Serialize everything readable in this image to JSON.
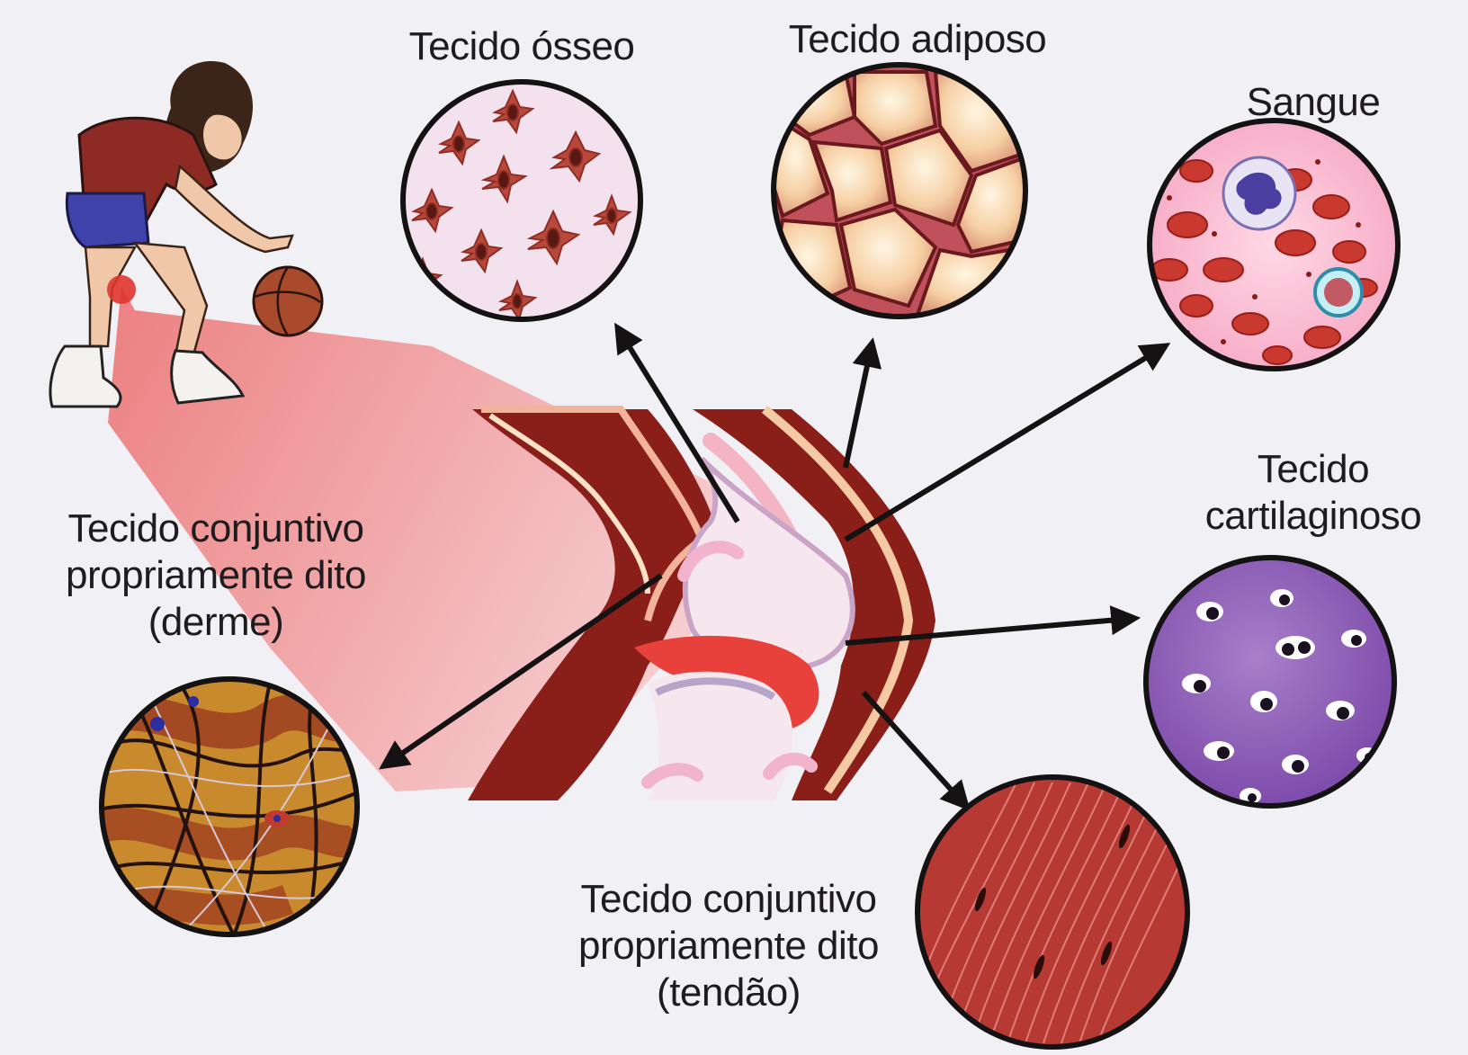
{
  "labels": {
    "osseo": "Tecido ósseo",
    "adiposo": "Tecido adiposo",
    "sangue": "Sangue",
    "cartilaginoso": [
      "Tecido",
      "cartilaginoso"
    ],
    "derme": [
      "Tecido conjuntivo",
      "propriamente dito",
      "(derme)"
    ],
    "tendao": [
      "Tecido conjuntivo",
      "propriamente dito",
      "(tendão)"
    ]
  },
  "tissues": [
    {
      "id": "osseo",
      "icon": "bone-tissue-icon"
    },
    {
      "id": "adiposo",
      "icon": "adipose-tissue-icon"
    },
    {
      "id": "sangue",
      "icon": "blood-tissue-icon"
    },
    {
      "id": "cartilaginoso",
      "icon": "cartilage-tissue-icon"
    },
    {
      "id": "derme",
      "icon": "dermis-tissue-icon"
    },
    {
      "id": "tendao",
      "icon": "tendon-tissue-icon"
    }
  ],
  "colors": {
    "skin": "#e7405e",
    "muscle": "#8b2016",
    "bone": "#f7e6ea",
    "cartilage": "#9a8cc0",
    "arrow": "#141212"
  }
}
